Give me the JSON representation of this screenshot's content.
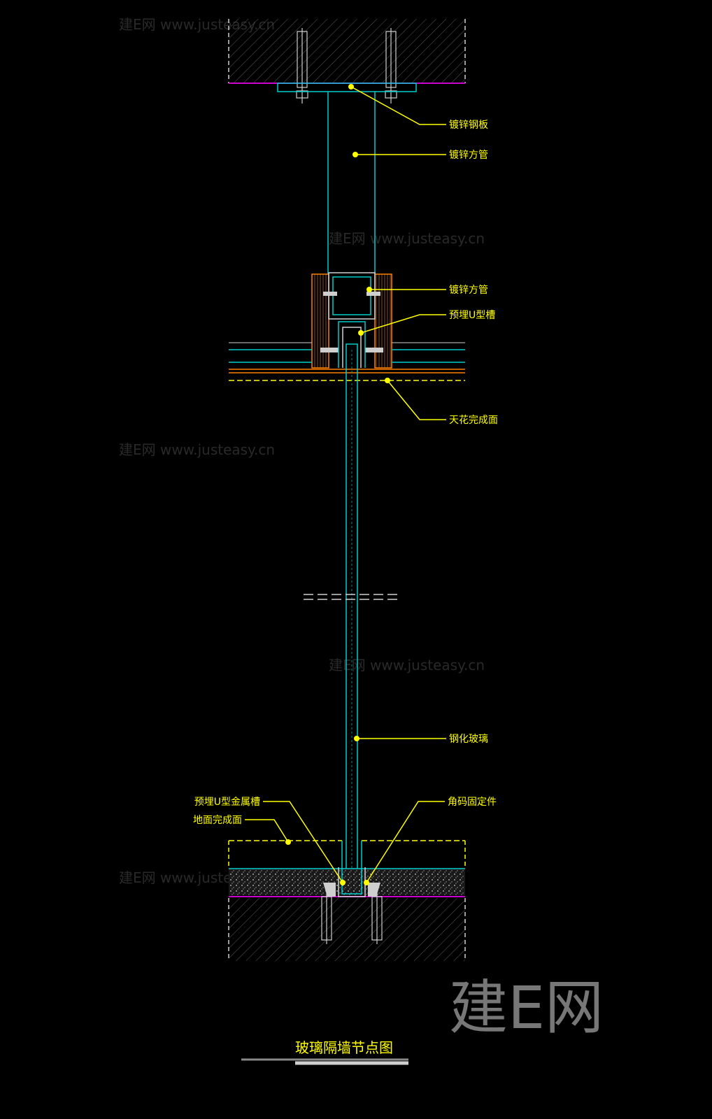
{
  "drawing": {
    "title": "玻璃隔墙节点图",
    "callouts": {
      "galvanized_steel_plate": "镀锌钢板",
      "galvanized_square_tube_upper": "镀锌方管",
      "galvanized_square_tube_lower": "镀锌方管",
      "embedded_u_channel": "预埋U型槽",
      "ceiling_finish": "天花完成面",
      "tempered_glass": "钢化玻璃",
      "embedded_u_metal_channel": "预埋U型金属槽",
      "floor_finish": "地面完成面",
      "angle_bracket_fixing": "角码固定件"
    }
  },
  "brand": {
    "logo_text": "建E网",
    "watermarks": [
      "建E网 www.justeasy.cn",
      "建E网 www.justeasy.cn",
      "建E网 www.justeasy.cn",
      "建E网 www.justeasy.cn",
      "建E网 www.justeasy.cn"
    ]
  },
  "colors": {
    "background": "#000000",
    "callout_text": "#ffff00",
    "leader": "#ffff00",
    "cyan": "#00cccc",
    "magenta": "#cc00cc",
    "orange": "#ff8000",
    "white": "#cfcfcf",
    "gray": "#888888"
  }
}
